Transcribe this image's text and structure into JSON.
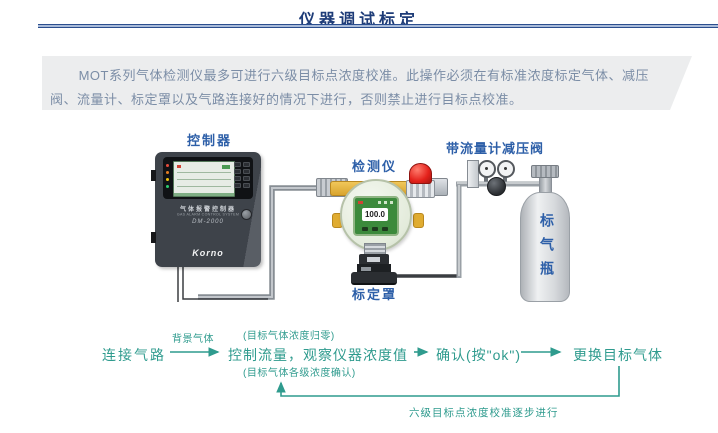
{
  "page": {
    "title": "仪器调试标定"
  },
  "intro": {
    "text": "MOT系列气体检测仪最多可进行六级目标点浓度校准。此操作必须在有标准浓度标定气体、减压阀、流量计、标定罩以及气路连接好的情况下进行，否则禁止进行目标点校准。"
  },
  "diagram": {
    "labels": {
      "controller": "控制器",
      "detector": "检测仪",
      "calibration_cover": "标定罩",
      "valve": "带流量计减压阀",
      "cylinder": "标气瓶"
    },
    "controller": {
      "name_cn": "气体报警控制器",
      "name_en": "GAS ALARM CONTROL SYSTEM",
      "model": "DM-2000",
      "brand": "Korno"
    },
    "detector": {
      "reading": "100.0"
    }
  },
  "flowchart": {
    "steps": [
      {
        "label": "连接气路"
      },
      {
        "label": "控制流量，观察仪器浓度值"
      },
      {
        "label": "确认(按\"ok\")"
      },
      {
        "label": "更换目标气体"
      }
    ],
    "annotations": {
      "background_gas": "背景气体",
      "zeroing": "(目标气体浓度归零)",
      "level_confirm": "(目标气体各级浓度确认)",
      "loop_note": "六级目标点浓度校准逐步进行"
    }
  },
  "colors": {
    "title_navy": "#1e3c78",
    "label_blue": "#2d5fa8",
    "flow_teal": "#2f9b8e",
    "intro_text": "#7b8da6",
    "intro_bg": "#ecedee"
  }
}
